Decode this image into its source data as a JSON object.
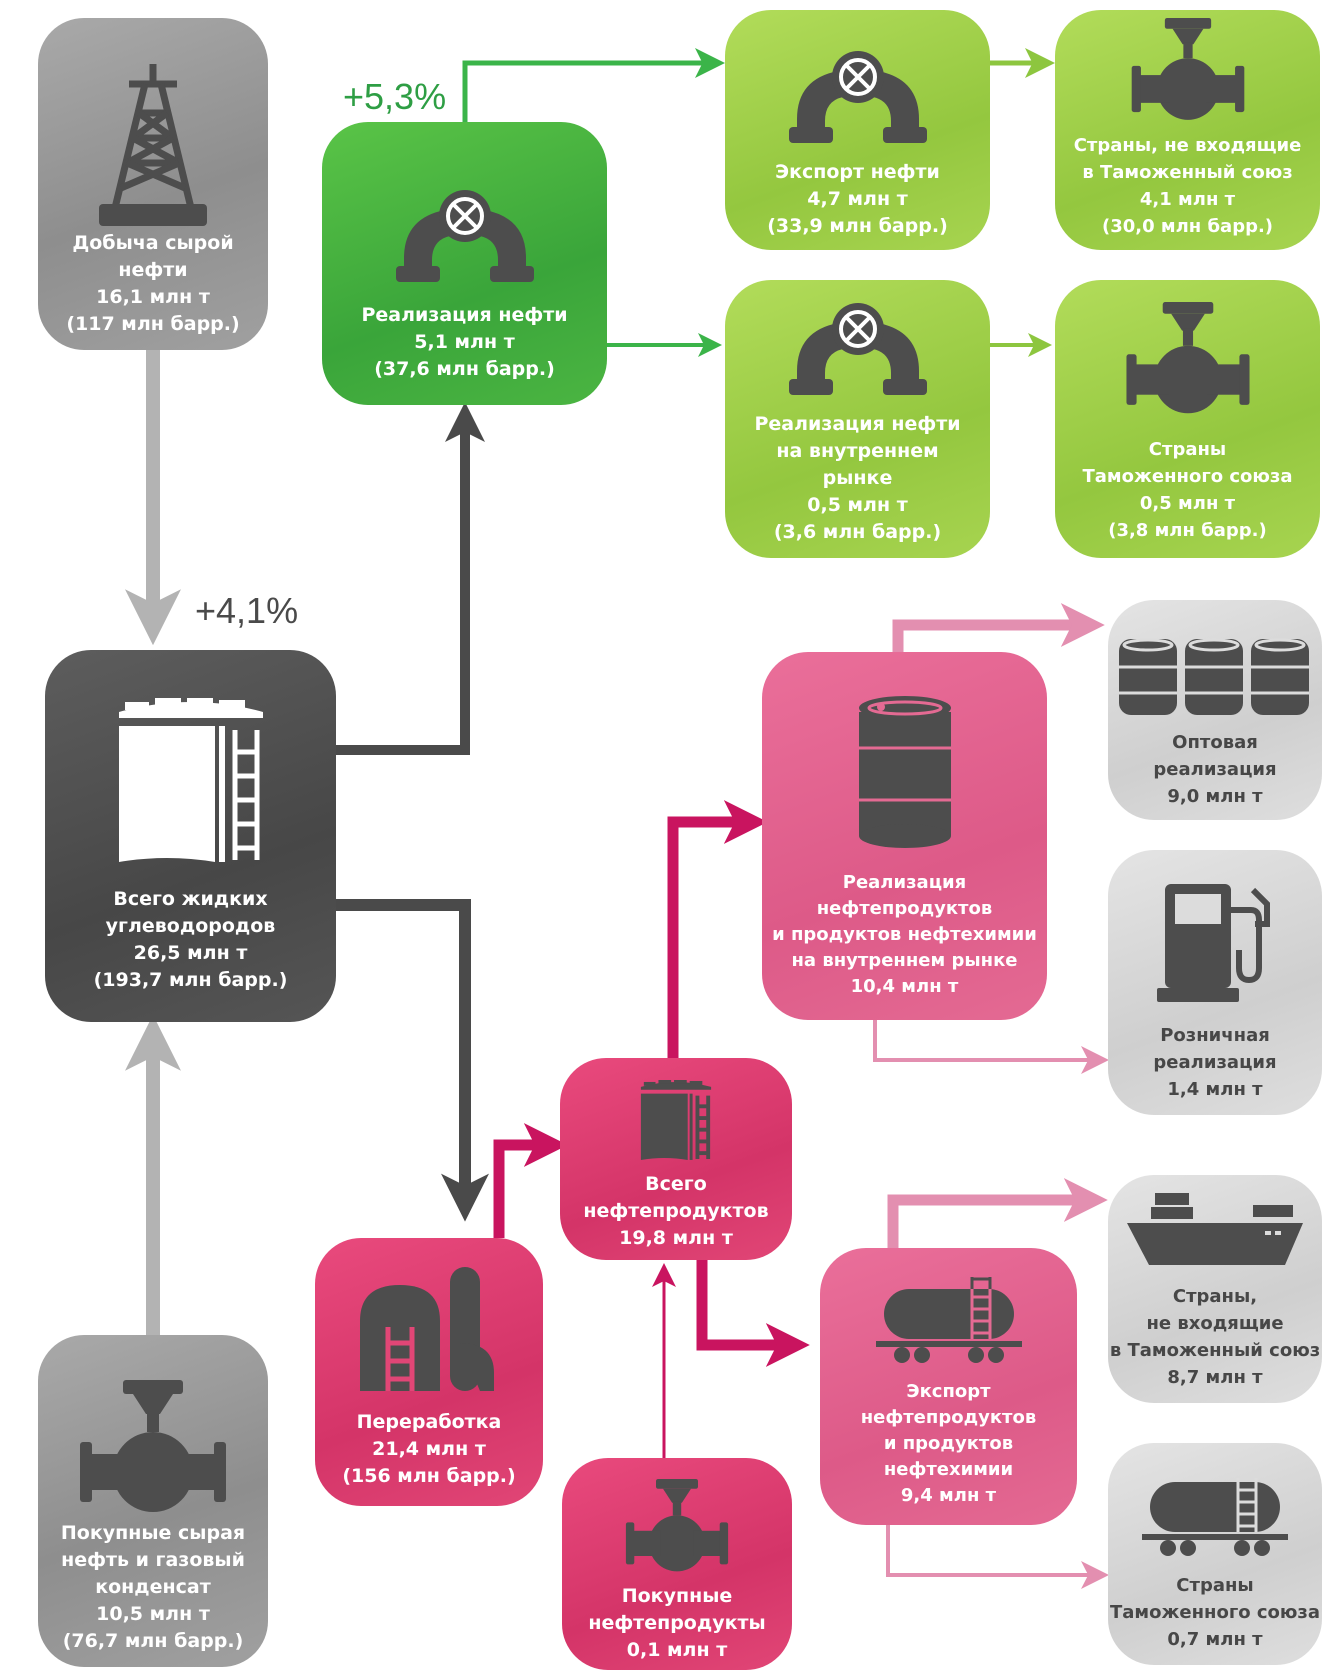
{
  "colors": {
    "grey_arrow": "#b3b3b3",
    "dark_arrow": "#4a4a4a",
    "green_arrow": "#3bb449",
    "lime_arrow": "#8dc63f",
    "magenta_arrow": "#c9145f",
    "pink_arrow": "#e38fb0",
    "icon_dark": "#4d4d4d",
    "percent_green": "#2e9e44",
    "percent_dark": "#4a4a4a"
  },
  "percents": {
    "oil_sales_growth": "+5,3%",
    "liquids_growth": "+4,1%"
  },
  "nodes": {
    "crude_production": "Добыча сырой\nнефти\n16,1 млн т\n(117 млн барр.)",
    "purchased_crude": "Покупные сырая\nнефть и газовый\nконденсат\n10,5 млн т\n(76,7 млн барр.)",
    "total_liquids": "Всего жидких\nуглеводородов\n26,5 млн т\n(193,7 млн барр.)",
    "oil_sales": "Реализация нефти\n5,1 млн т\n(37,6 млн барр.)",
    "oil_export": "Экспорт нефти\n4,7 млн т\n(33,9 млн барр.)",
    "oil_domestic": "Реализация нефти\nна внутреннем\nрынке\n0,5 млн т\n(3,6 млн барр.)",
    "non_cu_countries_oil": "Страны, не входящие\nв Таможенный союз\n4,1 млн т\n(30,0 млн барр.)",
    "cu_countries_oil": "Страны\nТаможенного союза\n0,5 млн т\n(3,8 млн барр.)",
    "refining": "Переработка\n21,4 млн т\n(156 млн барр.)",
    "total_products": "Всего\nнефтепродуктов\n19,8 млн т",
    "purchased_products": "Покупные\nнефтепродукты\n0,1 млн т",
    "domestic_products_sales": "Реализация\nнефтепродуктов\nи продуктов нефтехимии\nна внутреннем рынке\n10,4 млн т",
    "products_export": "Экспорт\nнефтепродуктов\nи продуктов\nнефтехимии\n9,4 млн т",
    "wholesale": "Оптовая\nреализация\n9,0 млн т",
    "retail": "Розничная\nреализация\n1,4 млн т",
    "non_cu_countries_products": "Страны,\nне входящие\nв Таможенный союз\n8,7 млн т",
    "cu_countries_products": "Страны\nТаможенного союза\n0,7 млн т"
  },
  "icons": {
    "crude_production": "oil-derrick-icon",
    "purchased_crude": "pipeline-valve-icon",
    "total_liquids": "storage-tank-icon",
    "oil_sales": "pipeline-arc-icon",
    "oil_export": "pipeline-arc-icon",
    "oil_domestic": "pipeline-arc-icon",
    "non_cu_countries_oil": "pipeline-valve-icon",
    "cu_countries_oil": "pipeline-valve-icon",
    "refining": "refinery-icon",
    "total_products": "storage-tank-icon",
    "purchased_products": "pipeline-valve-icon",
    "domestic_products_sales": "barrel-icon",
    "products_export": "rail-tank-car-icon",
    "wholesale": "three-barrels-icon",
    "retail": "fuel-pump-icon",
    "non_cu_countries_products": "tanker-ship-icon",
    "cu_countries_products": "rail-tank-car-icon"
  }
}
